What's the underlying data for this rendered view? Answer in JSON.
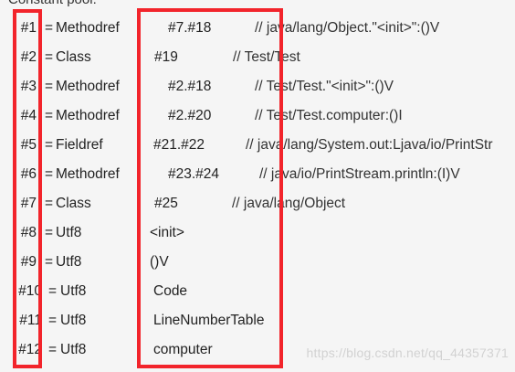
{
  "heading": "Constant pool:",
  "equals": "=",
  "watermark": "https://blog.csdn.net/qq_44357371",
  "colors": {
    "highlight_box": "#f2242b",
    "background": "#f5f5f5"
  },
  "entries": [
    {
      "index": "#1",
      "type": "Methodref",
      "value": "#7.#18",
      "comment": "// java/lang/Object.\"<init>\":()V"
    },
    {
      "index": "#2",
      "type": "Class",
      "value": "#19",
      "comment": "// Test/Test"
    },
    {
      "index": "#3",
      "type": "Methodref",
      "value": "#2.#18",
      "comment": "// Test/Test.\"<init>\":()V"
    },
    {
      "index": "#4",
      "type": "Methodref",
      "value": "#2.#20",
      "comment": "// Test/Test.computer:()I"
    },
    {
      "index": "#5",
      "type": "Fieldref",
      "value": "#21.#22",
      "comment": "// java/lang/System.out:Ljava/io/PrintStr"
    },
    {
      "index": "#6",
      "type": "Methodref",
      "value": "#23.#24",
      "comment": "// java/io/PrintStream.println:(I)V"
    },
    {
      "index": "#7",
      "type": "Class",
      "value": "#25",
      "comment": "// java/lang/Object"
    },
    {
      "index": "#8",
      "type": "Utf8",
      "value": "<init>",
      "comment": ""
    },
    {
      "index": "#9",
      "type": "Utf8",
      "value": "()V",
      "comment": ""
    },
    {
      "index": "#10",
      "type": "Utf8",
      "value": "Code",
      "comment": ""
    },
    {
      "index": "#11",
      "type": "Utf8",
      "value": "LineNumberTable",
      "comment": ""
    },
    {
      "index": "#12",
      "type": "Utf8",
      "value": "computer",
      "comment": ""
    }
  ]
}
